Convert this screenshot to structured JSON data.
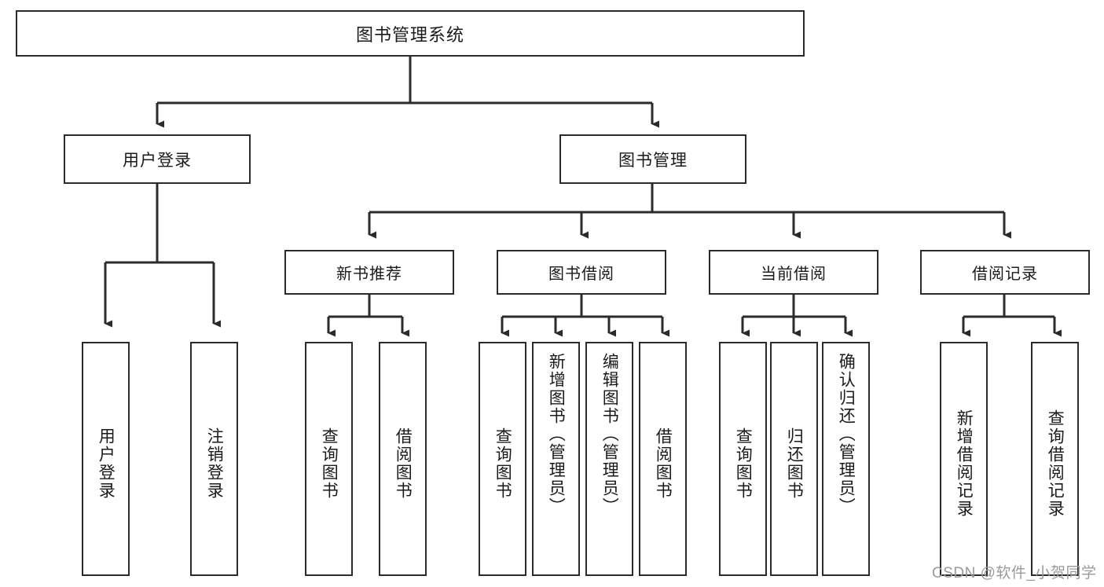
{
  "diagram": {
    "type": "tree",
    "title": "图书管理系统",
    "watermark": "CSDN @软件_小贺同学",
    "colors": {
      "box_border": "#2b2b2b",
      "box_fill": "#ffffff",
      "connector": "#2b2b2b",
      "text": "#1a1a1a",
      "watermark": "#9a9a9a",
      "background": "#ffffff"
    },
    "root": {
      "label": "图书管理系统"
    },
    "level1": [
      {
        "id": "user-login",
        "label": "用户登录"
      },
      {
        "id": "book-manage",
        "label": "图书管理"
      }
    ],
    "level2": [
      {
        "id": "new-book-recommend",
        "label": "新书推荐",
        "parent": "book-manage"
      },
      {
        "id": "book-borrow",
        "label": "图书借阅",
        "parent": "book-manage"
      },
      {
        "id": "current-borrow",
        "label": "当前借阅",
        "parent": "book-manage"
      },
      {
        "id": "borrow-record",
        "label": "借阅记录",
        "parent": "book-manage"
      }
    ],
    "leaves": {
      "user_login": [
        {
          "id": "leaf-user-login",
          "label": "用户登录"
        },
        {
          "id": "leaf-logout",
          "label": "注销登录"
        }
      ],
      "new_book_recommend": [
        {
          "id": "leaf-query-book-1",
          "label": "查询图书"
        },
        {
          "id": "leaf-borrow-book-1",
          "label": "借阅图书"
        }
      ],
      "book_borrow": [
        {
          "id": "leaf-query-book-2",
          "label": "查询图书"
        },
        {
          "id": "leaf-add-book",
          "label": "新增图书（管理员）"
        },
        {
          "id": "leaf-edit-book",
          "label": "编辑图书（管理员）"
        },
        {
          "id": "leaf-borrow-book-2",
          "label": "借阅图书"
        }
      ],
      "current_borrow": [
        {
          "id": "leaf-query-book-3",
          "label": "查询图书"
        },
        {
          "id": "leaf-return-book",
          "label": "归还图书"
        },
        {
          "id": "leaf-confirm-return",
          "label": "确认归还（管理员）"
        }
      ],
      "borrow_record": [
        {
          "id": "leaf-add-record",
          "label": "新增借阅记录"
        },
        {
          "id": "leaf-query-record",
          "label": "查询借阅记录"
        }
      ]
    }
  }
}
